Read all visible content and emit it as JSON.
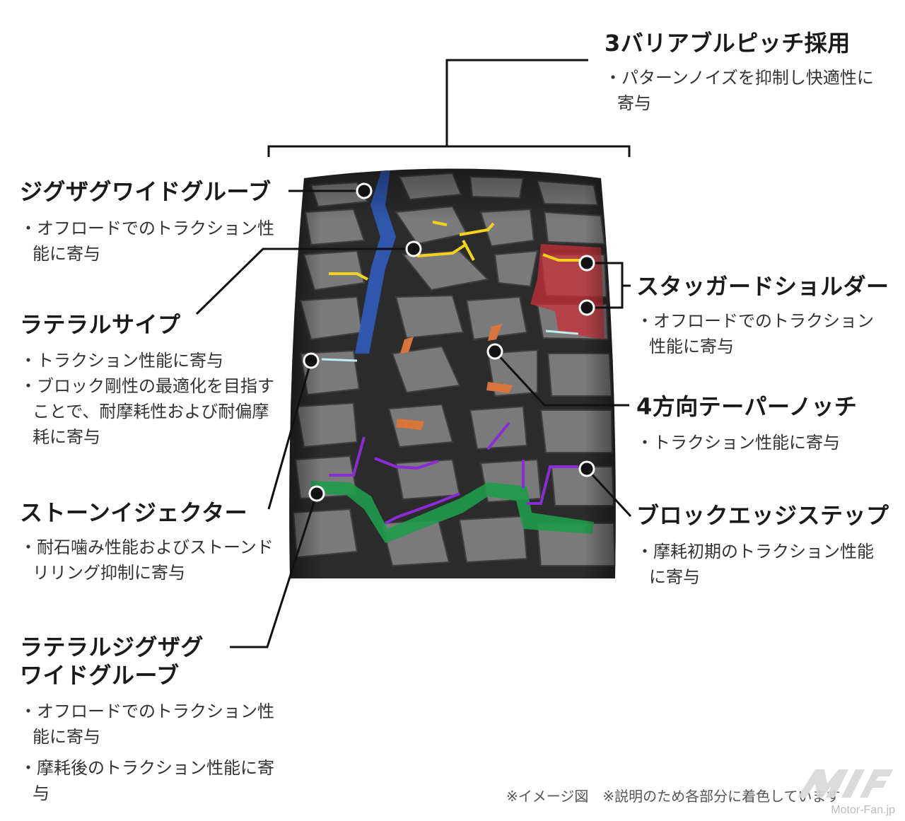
{
  "top": {
    "title": "3バリアブルピッチ採用",
    "desc": [
      "・パターンノイズを抑制し快適性に寄与"
    ]
  },
  "features": {
    "zigzag": {
      "title": "ジグザグワイドグルーブ",
      "desc": [
        "・オフロードでのトラクション性能に寄与"
      ]
    },
    "lateral_sipe": {
      "title": "ラテラルサイプ",
      "desc": [
        "・トラクション性能に寄与",
        "・ブロック剛性の最適化を目指すことで、耐摩耗性および耐偏摩耗に寄与"
      ]
    },
    "stone_ejector": {
      "title": "ストーンイジェクター",
      "desc": [
        "・耐石噛み性能およびストーンドリリング抑制に寄与"
      ]
    },
    "lateral_zigzag": {
      "title": [
        "ラテラルジグザグ",
        "ワイドグルーブ"
      ],
      "desc": [
        "・オフロードでのトラクション性能に寄与",
        "・摩耗後のトラクション性能に寄与"
      ]
    },
    "staggered_shoulder": {
      "title": "スタッガードショルダー",
      "desc": [
        "・オフロードでのトラクション性能に寄与"
      ]
    },
    "taper_notch": {
      "title": "4方向テーパーノッチ",
      "desc": [
        "・トラクション性能に寄与"
      ]
    },
    "block_edge_step": {
      "title": "ブロックエッジステップ",
      "desc": [
        "・摩耗初期のトラクション性能に寄与"
      ]
    }
  },
  "footnote": "※イメージ図　※説明のため各部分に着色しています",
  "watermark": "Motor-Fan.jp",
  "colors": {
    "zigzag": "#2f5fc4",
    "sipe": "#f2d21b",
    "shoulder": "#c9303a",
    "notch": "#d9743a",
    "edge_step": "#8a2bd6",
    "lateral_groove": "#1f9a4a",
    "stone_ejector": "#bff0ee"
  }
}
